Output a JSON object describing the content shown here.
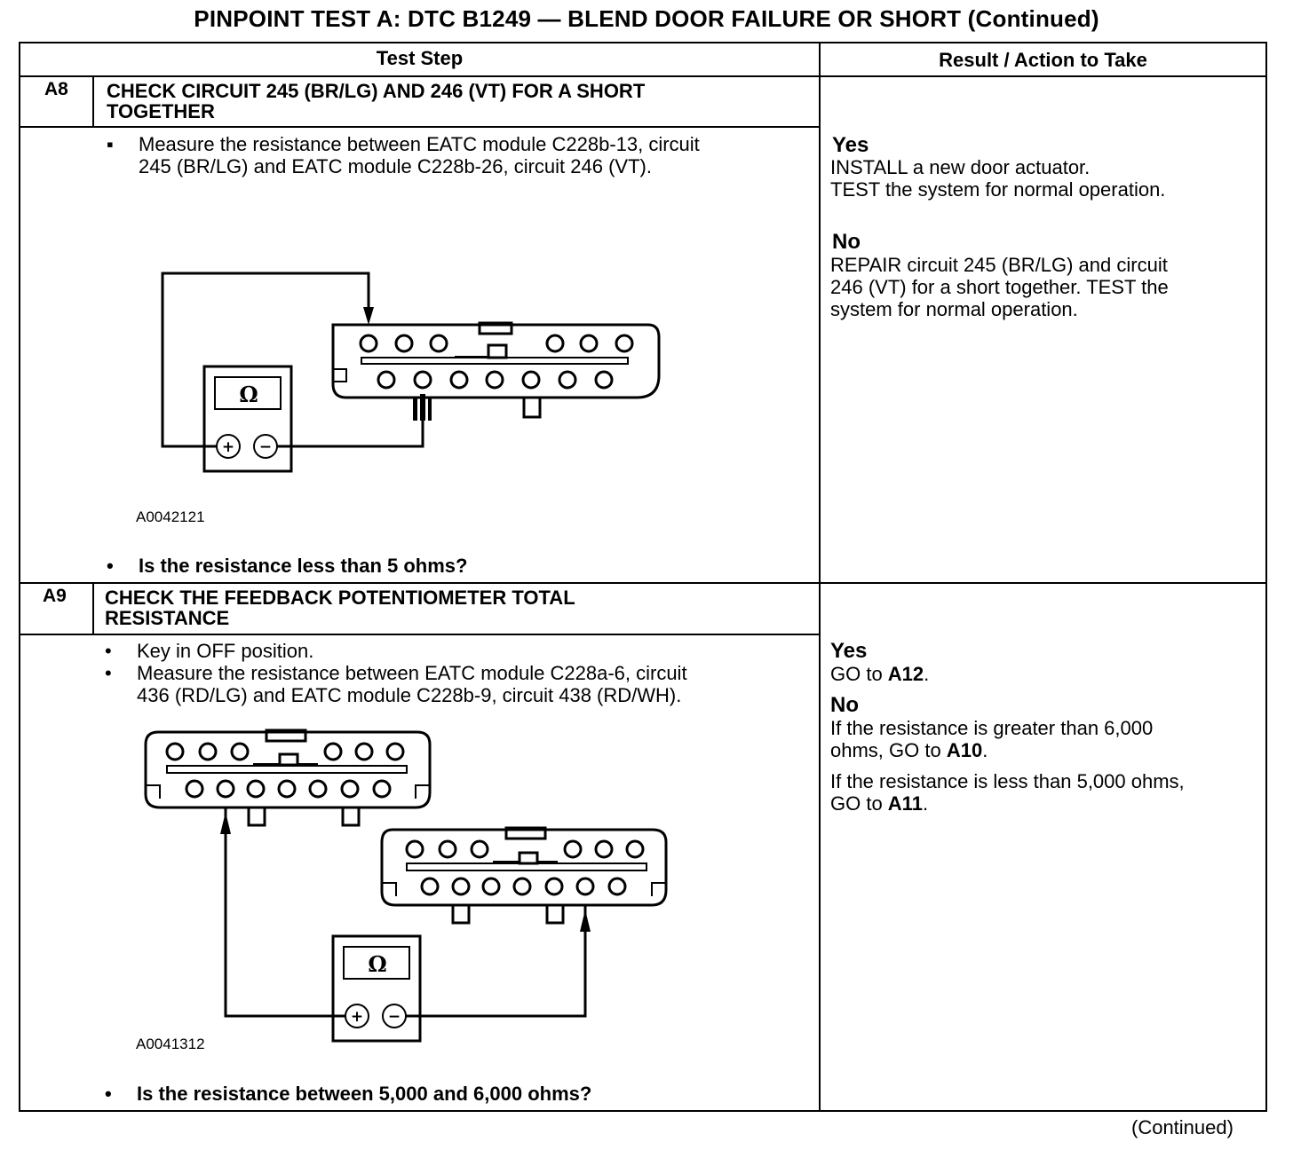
{
  "title": "PINPOINT TEST A: DTC B1249 — BLEND DOOR FAILURE OR SHORT (Continued)",
  "table": {
    "col_test_step": "Test Step",
    "col_result": "Result / Action to Take"
  },
  "steps": [
    {
      "id": "A8",
      "title_line1": "CHECK CIRCUIT 245 (BR/LG) AND 246 (VT) FOR A SHORT",
      "title_line2": "TOGETHER",
      "bullets": [
        {
          "marker": "▪",
          "line1": "Measure the resistance between EATC module C228b-13, circuit",
          "line2": "245 (BR/LG) and EATC module C228b-26, circuit 246 (VT)."
        }
      ],
      "figure_id": "A0042121",
      "meter_symbol": "Ω",
      "meter_plus": "+",
      "meter_minus": "−",
      "question_marker": "•",
      "question": "Is the resistance less than 5 ohms?",
      "yes_label": "Yes",
      "yes_line1": "INSTALL a new door actuator.",
      "yes_line2": "TEST the system for normal operation.",
      "no_label": "No",
      "no_line1": "REPAIR circuit 245 (BR/LG) and circuit",
      "no_line2": "246 (VT) for a short together. TEST the",
      "no_line3": "system for normal operation."
    },
    {
      "id": "A9",
      "title_line1": "CHECK THE FEEDBACK POTENTIOMETER TOTAL",
      "title_line2": "RESISTANCE",
      "bullets": [
        {
          "marker": "•",
          "line1": "Key in OFF position."
        },
        {
          "marker": "•",
          "line1": "Measure the resistance between EATC module C228a-6, circuit",
          "line2": "436 (RD/LG) and EATC module C228b-9, circuit 438 (RD/WH)."
        }
      ],
      "figure_id": "A0041312",
      "meter_symbol": "Ω",
      "meter_plus": "+",
      "meter_minus": "−",
      "question_marker": "•",
      "question": "Is the resistance between 5,000 and 6,000 ohms?",
      "yes_label": "Yes",
      "yes_text": "GO to ",
      "yes_ref": "A12",
      "no_label": "No",
      "no_a_line1": "If the resistance is greater than 6,000",
      "no_a_line2": "ohms, GO to ",
      "no_a_ref": "A10",
      "no_b_line1": "If the resistance is less than 5,000 ohms,",
      "no_b_line2": "GO to ",
      "no_b_ref": "A11"
    }
  ],
  "footer": "(Continued)"
}
